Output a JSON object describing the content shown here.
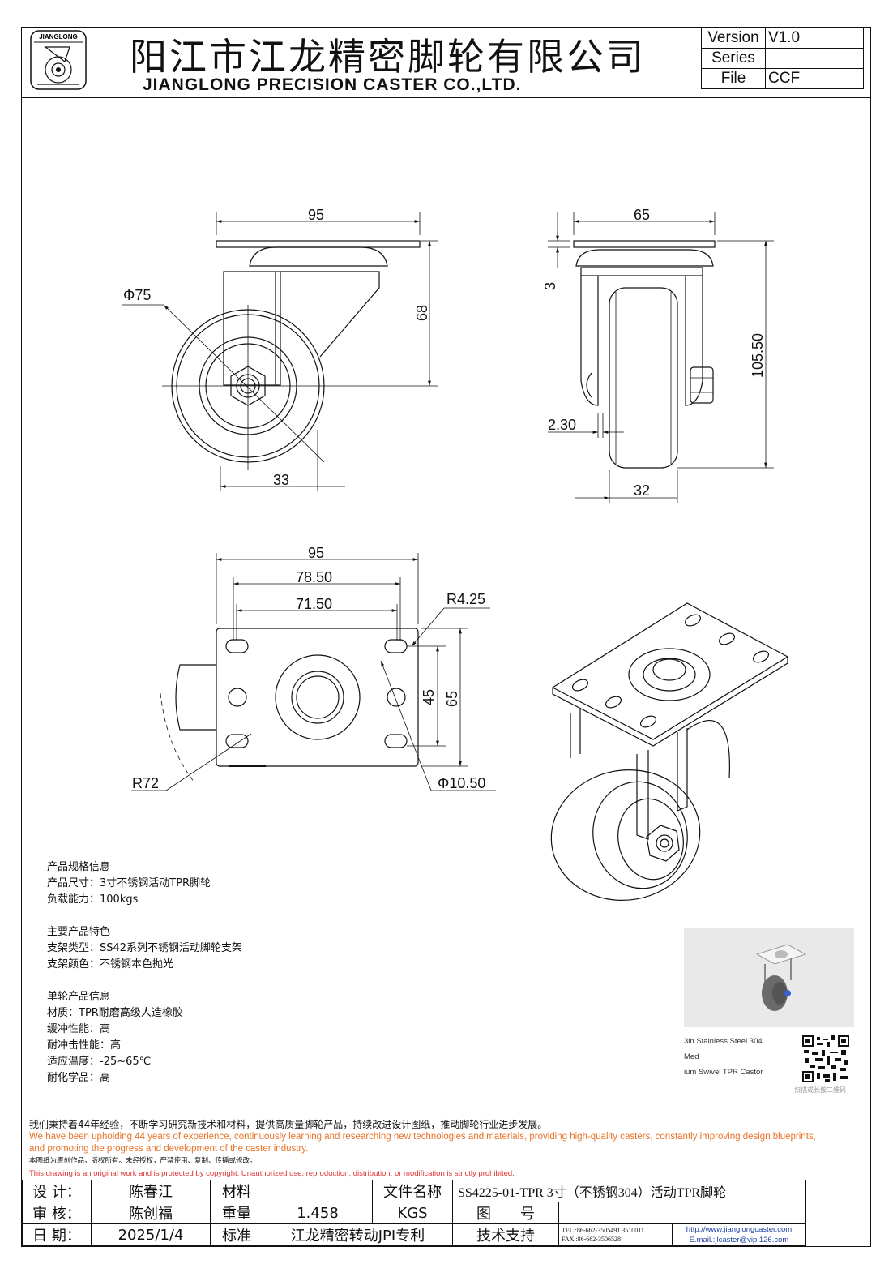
{
  "header": {
    "logo_text": "JIANGLONG",
    "company_cn": "阳江市江龙精密脚轮有限公司",
    "company_en": "JIANGLONG PRECISION CASTER CO.,LTD."
  },
  "version_table": [
    {
      "key": "Version",
      "value": "V1.0"
    },
    {
      "key": "Series",
      "value": ""
    },
    {
      "key": "File",
      "value": "CCF"
    }
  ],
  "dimensions": {
    "side_width": "95",
    "side_diameter": "Φ75",
    "side_height": "68",
    "side_offset": "33",
    "front_width": "65",
    "front_plate": "3",
    "front_height": "105.50",
    "front_gap": "2.30",
    "front_wheel": "32",
    "top_width": "95",
    "top_hole_outer": "78.50",
    "top_hole_inner": "71.50",
    "top_radius": "R4.25",
    "top_hole_v": "45",
    "top_height": "65",
    "top_bolt": "Φ10.50",
    "top_swivel": "R72"
  },
  "specs": {
    "block1": {
      "title": "产品规格信息",
      "lines": [
        "产品尺寸：3寸不锈钢活动TPR脚轮",
        "负载能力：100kgs"
      ]
    },
    "block2": {
      "title": "主要产品特色",
      "lines": [
        "支架类型：SS42系列不锈钢活动脚轮支架",
        "支架颜色：不锈钢本色抛光"
      ]
    },
    "block3": {
      "title": "单轮产品信息",
      "lines": [
        "材质：TPR耐磨高级人造橡胶",
        "缓冲性能：高",
        "耐冲击性能：高",
        "适应温度：-25~65℃",
        "耐化学品：高"
      ]
    }
  },
  "photo": {
    "caption_line1": "3in Stainless Steel 304 Med",
    "caption_line2": "ium Swivel TPR Castor",
    "qr_hint": "扫描或长按二维码"
  },
  "notes": {
    "cn_statement": "我们秉持着44年经验，不断学习研究新技术和材料，提供高质量脚轮产品，持续改进设计图纸，推动脚轮行业进步发展。",
    "en_statement_1": "We have been upholding 44 years of experience, continuously learning and researching new technologies and materials, providing high-quality casters, constantly improving design blueprints,",
    "en_statement_2": "and promoting the progress and development of the caster industry.",
    "cn_copyright_1": "本图纸为原创作品，版权所有。未经授权，严禁使用、复制、传播或修改。",
    "en_copyright": "This drawing is an original work and is protected by copyright. Unauthorized use, reproduction, distribution, or modification is strictly prohibited."
  },
  "title_block": {
    "design_label": "设 计：",
    "design_value": "陈春江",
    "material_label": "材料",
    "material_value": "",
    "filename_label": "文件名称",
    "filename_value": "SS4225-01-TPR 3寸（不锈钢304）活动TPR脚轮",
    "review_label": "审 核：",
    "review_value": "陈创福",
    "weight_label": "重量",
    "weight_value": "1.458",
    "weight_unit": "KGS",
    "drawing_no_label": "图　　号",
    "drawing_no_value": "",
    "date_label": "日 期：",
    "date_value": "2025/1/4",
    "standard_label": "标准",
    "standard_value": "江龙精密转动JPI专利",
    "support_label": "技术支持",
    "tel": "TEL.:86-662-3505491 3510011",
    "fax": "FAX.:86-662-3506528",
    "website": "http://www.jianglongcaster.com",
    "email": "E.mail.:jlcaster@vip.126.com"
  }
}
